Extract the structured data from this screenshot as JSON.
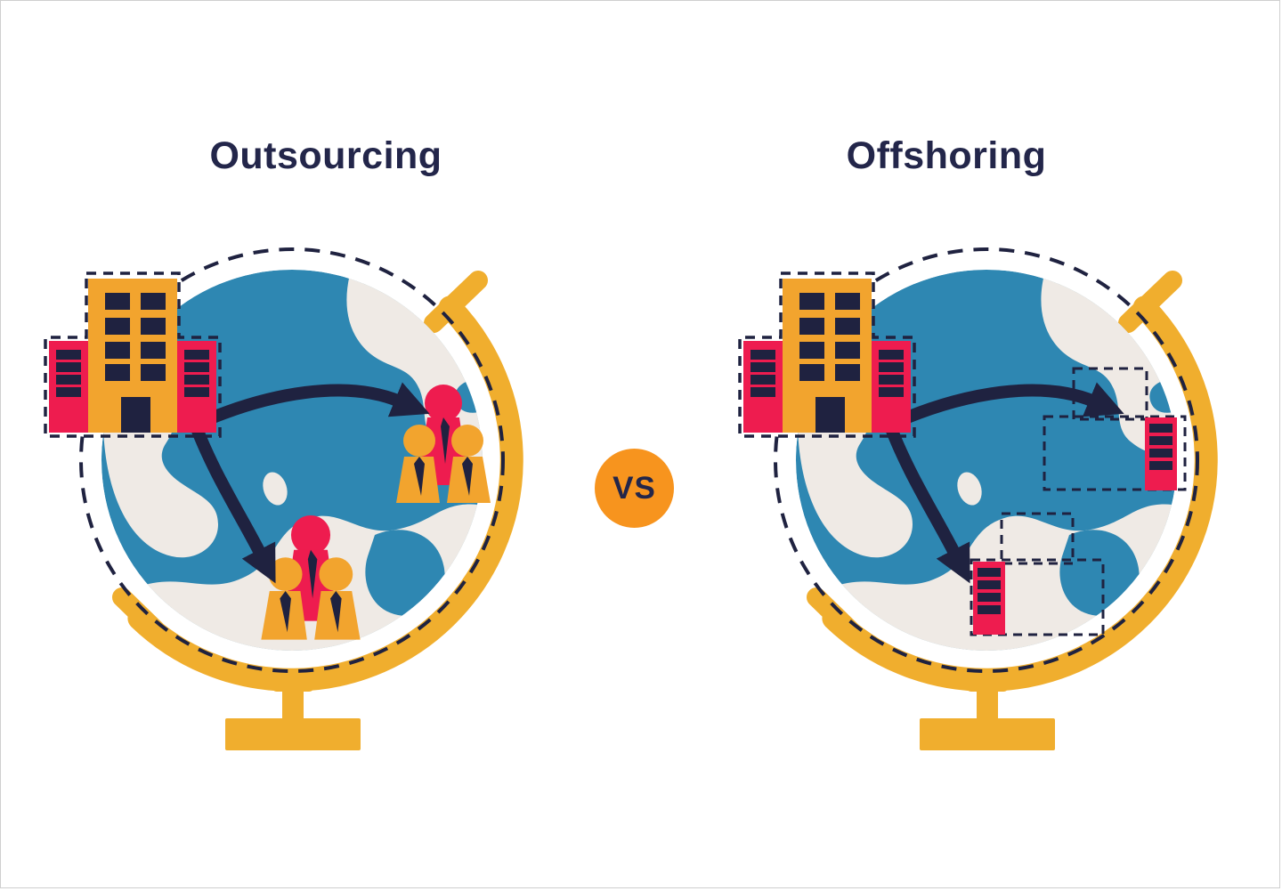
{
  "page": {
    "background": "#FFFFFF",
    "border_color": "#CFCFCF"
  },
  "colors": {
    "bg": "#FFFFFF",
    "border": "#CFCFCF",
    "navy": "#1F2240",
    "text-navy": "#23264A",
    "blue": "#2E87B2",
    "cream": "#EFEAE5",
    "yellow": "#F0AE2E",
    "orange": "#F2A42E",
    "red": "#EE1C4F",
    "vs-orange": "#F7941E"
  },
  "left_panel": {
    "title": "Outsourcing",
    "illustration": {
      "globe": "desk-globe-icon",
      "company": "office-building-icon",
      "targets": [
        "team-icon",
        "team-icon"
      ],
      "arrow_count": 2
    }
  },
  "right_panel": {
    "title": "Offshoring",
    "illustration": {
      "globe": "desk-globe-icon",
      "company": "office-building-icon",
      "targets": [
        "branch-office-icon",
        "branch-office-icon"
      ],
      "region_outlines": 4,
      "arrow_count": 2
    }
  },
  "vs_badge": {
    "label": "VS"
  }
}
